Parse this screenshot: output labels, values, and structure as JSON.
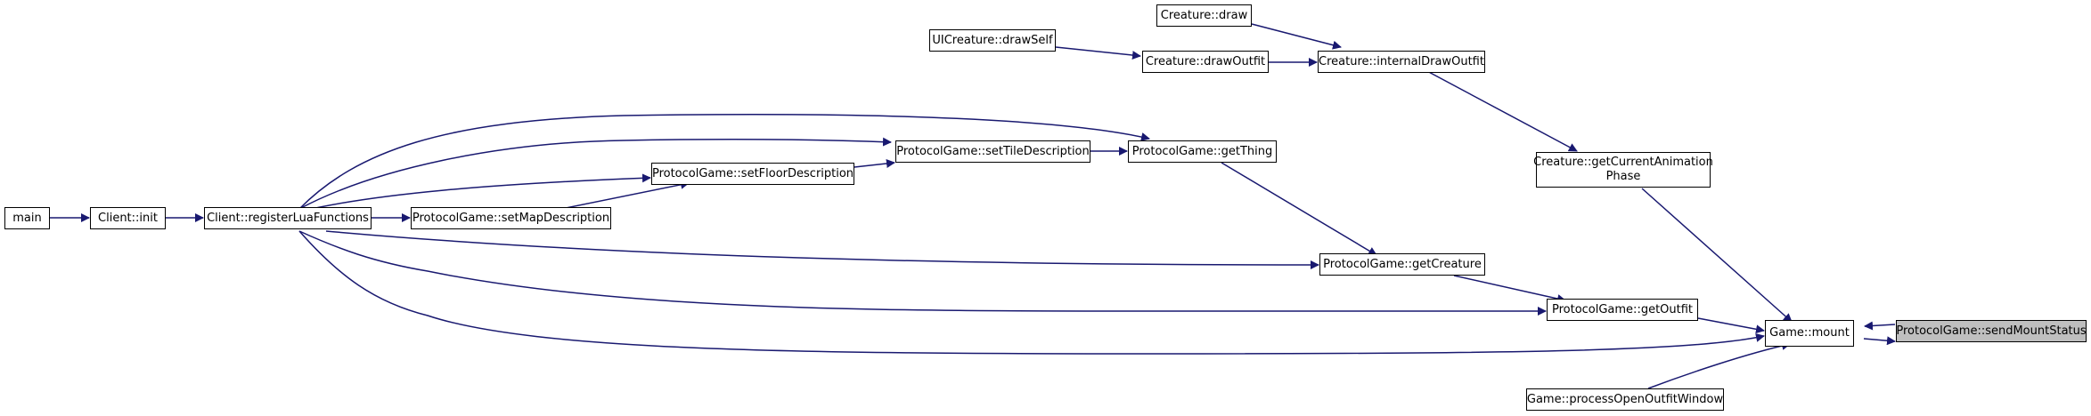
{
  "colors": {
    "edge": "#191970",
    "node_border": "#000000",
    "focus_fill": "#bfbfbf",
    "background": "#ffffff"
  },
  "nodes": {
    "main": "main",
    "client_init": "Client::init",
    "register_lua": "Client::registerLuaFunctions",
    "set_map": "ProtocolGame::setMapDescription",
    "set_floor": "ProtocolGame::setFloorDescription",
    "set_tile": "ProtocolGame::setTileDescription",
    "get_thing": "ProtocolGame::getThing",
    "get_creature": "ProtocolGame::getCreature",
    "get_outfit": "ProtocolGame::getOutfit",
    "mount": "Game::mount",
    "send_mount": "ProtocolGame::sendMountStatus",
    "process_outfit": "Game::processOpenOutfitWindow",
    "anim_phase": "Creature::getCurrentAnimation Phase",
    "internal_draw": "Creature::internalDrawOutfit",
    "draw_outfit": "Creature::drawOutfit",
    "ui_draw_self": "UICreature::drawSelf",
    "creature_draw": "Creature::draw"
  }
}
